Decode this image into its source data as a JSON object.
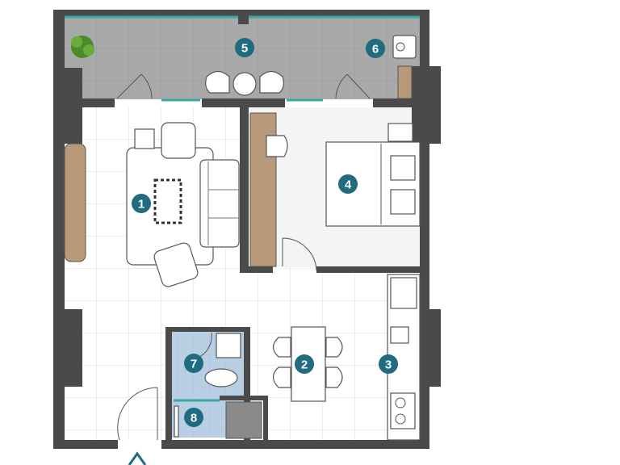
{
  "floor_plan": {
    "colors": {
      "marker": "#1f6b80",
      "wall": "#4a4a4a",
      "balcony_floor": "#a9a9a9",
      "wood": "#b89a7a",
      "glass": "#3aa6a6",
      "bath_floor": "#b9cfe4"
    },
    "markers": [
      {
        "id": "1",
        "label": "1"
      },
      {
        "id": "2",
        "label": "2"
      },
      {
        "id": "3",
        "label": "3"
      },
      {
        "id": "4",
        "label": "4"
      },
      {
        "id": "5",
        "label": "5"
      },
      {
        "id": "6",
        "label": "6"
      },
      {
        "id": "7",
        "label": "7"
      },
      {
        "id": "8",
        "label": "8"
      }
    ],
    "entrance_icon": "arrow-up-icon"
  }
}
